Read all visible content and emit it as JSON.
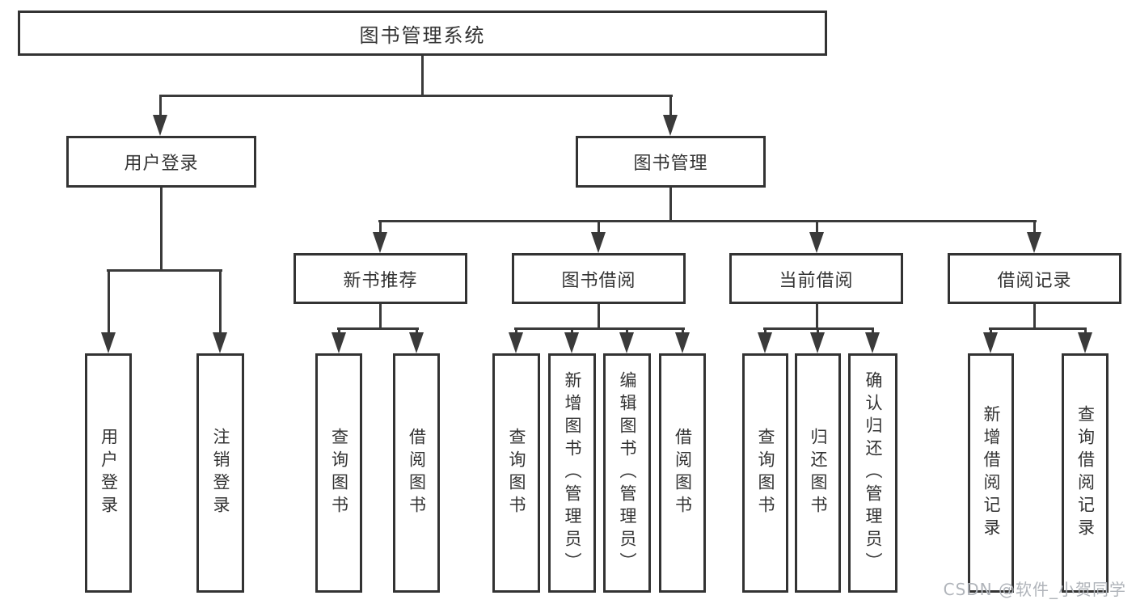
{
  "diagram_type": "tree",
  "tree": {
    "label": "图书管理系统",
    "children": [
      {
        "label": "用户登录",
        "children": [
          {
            "label": "用户登录"
          },
          {
            "label": "注销登录"
          }
        ]
      },
      {
        "label": "图书管理",
        "children": [
          {
            "label": "新书推荐",
            "children": [
              {
                "label": "查询图书"
              },
              {
                "label": "借阅图书"
              }
            ]
          },
          {
            "label": "图书借阅",
            "children": [
              {
                "label": "查询图书"
              },
              {
                "label": "新增图书（管理员）"
              },
              {
                "label": "编辑图书（管理员）"
              },
              {
                "label": "借阅图书"
              }
            ]
          },
          {
            "label": "当前借阅",
            "children": [
              {
                "label": "查询图书"
              },
              {
                "label": "归还图书"
              },
              {
                "label": "确认归还（管理员）"
              }
            ]
          },
          {
            "label": "借阅记录",
            "children": [
              {
                "label": "新增借阅记录"
              },
              {
                "label": "查询借阅记录"
              }
            ]
          }
        ]
      }
    ]
  },
  "watermark": "CSDN @软件_小贺同学",
  "colors": {
    "line": "#3a3a3a",
    "box_border": "#333333",
    "text": "#333333",
    "background": "#ffffff",
    "watermark": "#b0b4ba"
  }
}
